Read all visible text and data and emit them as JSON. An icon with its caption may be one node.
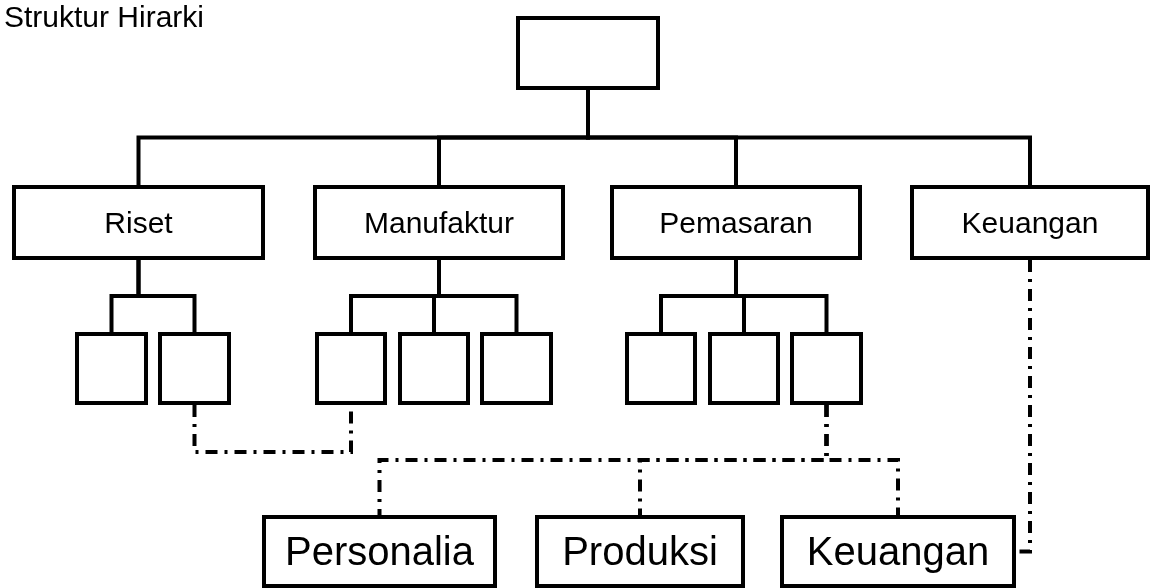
{
  "diagram": {
    "title": "Struktur Hirarki",
    "nodes": [
      {
        "text": [],
        "shape": "box"
      },
      {
        "text": [
          "Riset"
        ]
      },
      {
        "text": [
          "Manufaktur"
        ]
      },
      {
        "text": [
          "Pemasaran"
        ]
      },
      {
        "text": [
          "Keuangan"
        ]
      },
      {
        "text": [],
        "shape": "box"
      },
      {
        "text": [],
        "shape": "box"
      },
      {
        "text": [],
        "shape": "box"
      },
      {
        "text": [],
        "shape": "box"
      },
      {
        "text": [],
        "shape": "box"
      },
      {
        "text": [],
        "shape": "box"
      },
      {
        "text": [],
        "shape": "box"
      },
      {
        "text": [],
        "shape": "box"
      },
      {
        "text": [
          "Personalia"
        ]
      },
      {
        "text": [
          "Produksi"
        ]
      },
      {
        "text": [
          "Keuangan"
        ]
      }
    ],
    "edges": [
      {
        "from": 0,
        "to": 1,
        "arrow": "none"
      },
      {
        "from": 0,
        "to": 2,
        "arrow": "none"
      },
      {
        "from": 0,
        "to": 3,
        "arrow": "none"
      },
      {
        "from": 0,
        "to": 4,
        "arrow": "none"
      },
      {
        "from": 1,
        "to": 5,
        "arrow": "none"
      },
      {
        "from": 1,
        "to": 6,
        "arrow": "none"
      },
      {
        "from": 2,
        "to": 7,
        "arrow": "none"
      },
      {
        "from": 2,
        "to": 8,
        "arrow": "none"
      },
      {
        "from": 2,
        "to": 9,
        "arrow": "none"
      },
      {
        "from": 3,
        "to": 10,
        "arrow": "none"
      },
      {
        "from": 3,
        "to": 11,
        "arrow": "none"
      },
      {
        "from": 3,
        "to": 12,
        "arrow": "none"
      },
      {
        "from": 6,
        "to": 7,
        "arrow": "none",
        "style": "dashed"
      },
      {
        "from": 12,
        "to": 13,
        "arrow": "none",
        "style": "dashed"
      },
      {
        "from": 12,
        "to": 14,
        "arrow": "none",
        "style": "dashed"
      },
      {
        "from": 12,
        "to": 15,
        "arrow": "none",
        "style": "dashed"
      },
      {
        "from": 4,
        "to": 15,
        "arrow": "none",
        "style": "dashed"
      }
    ]
  }
}
